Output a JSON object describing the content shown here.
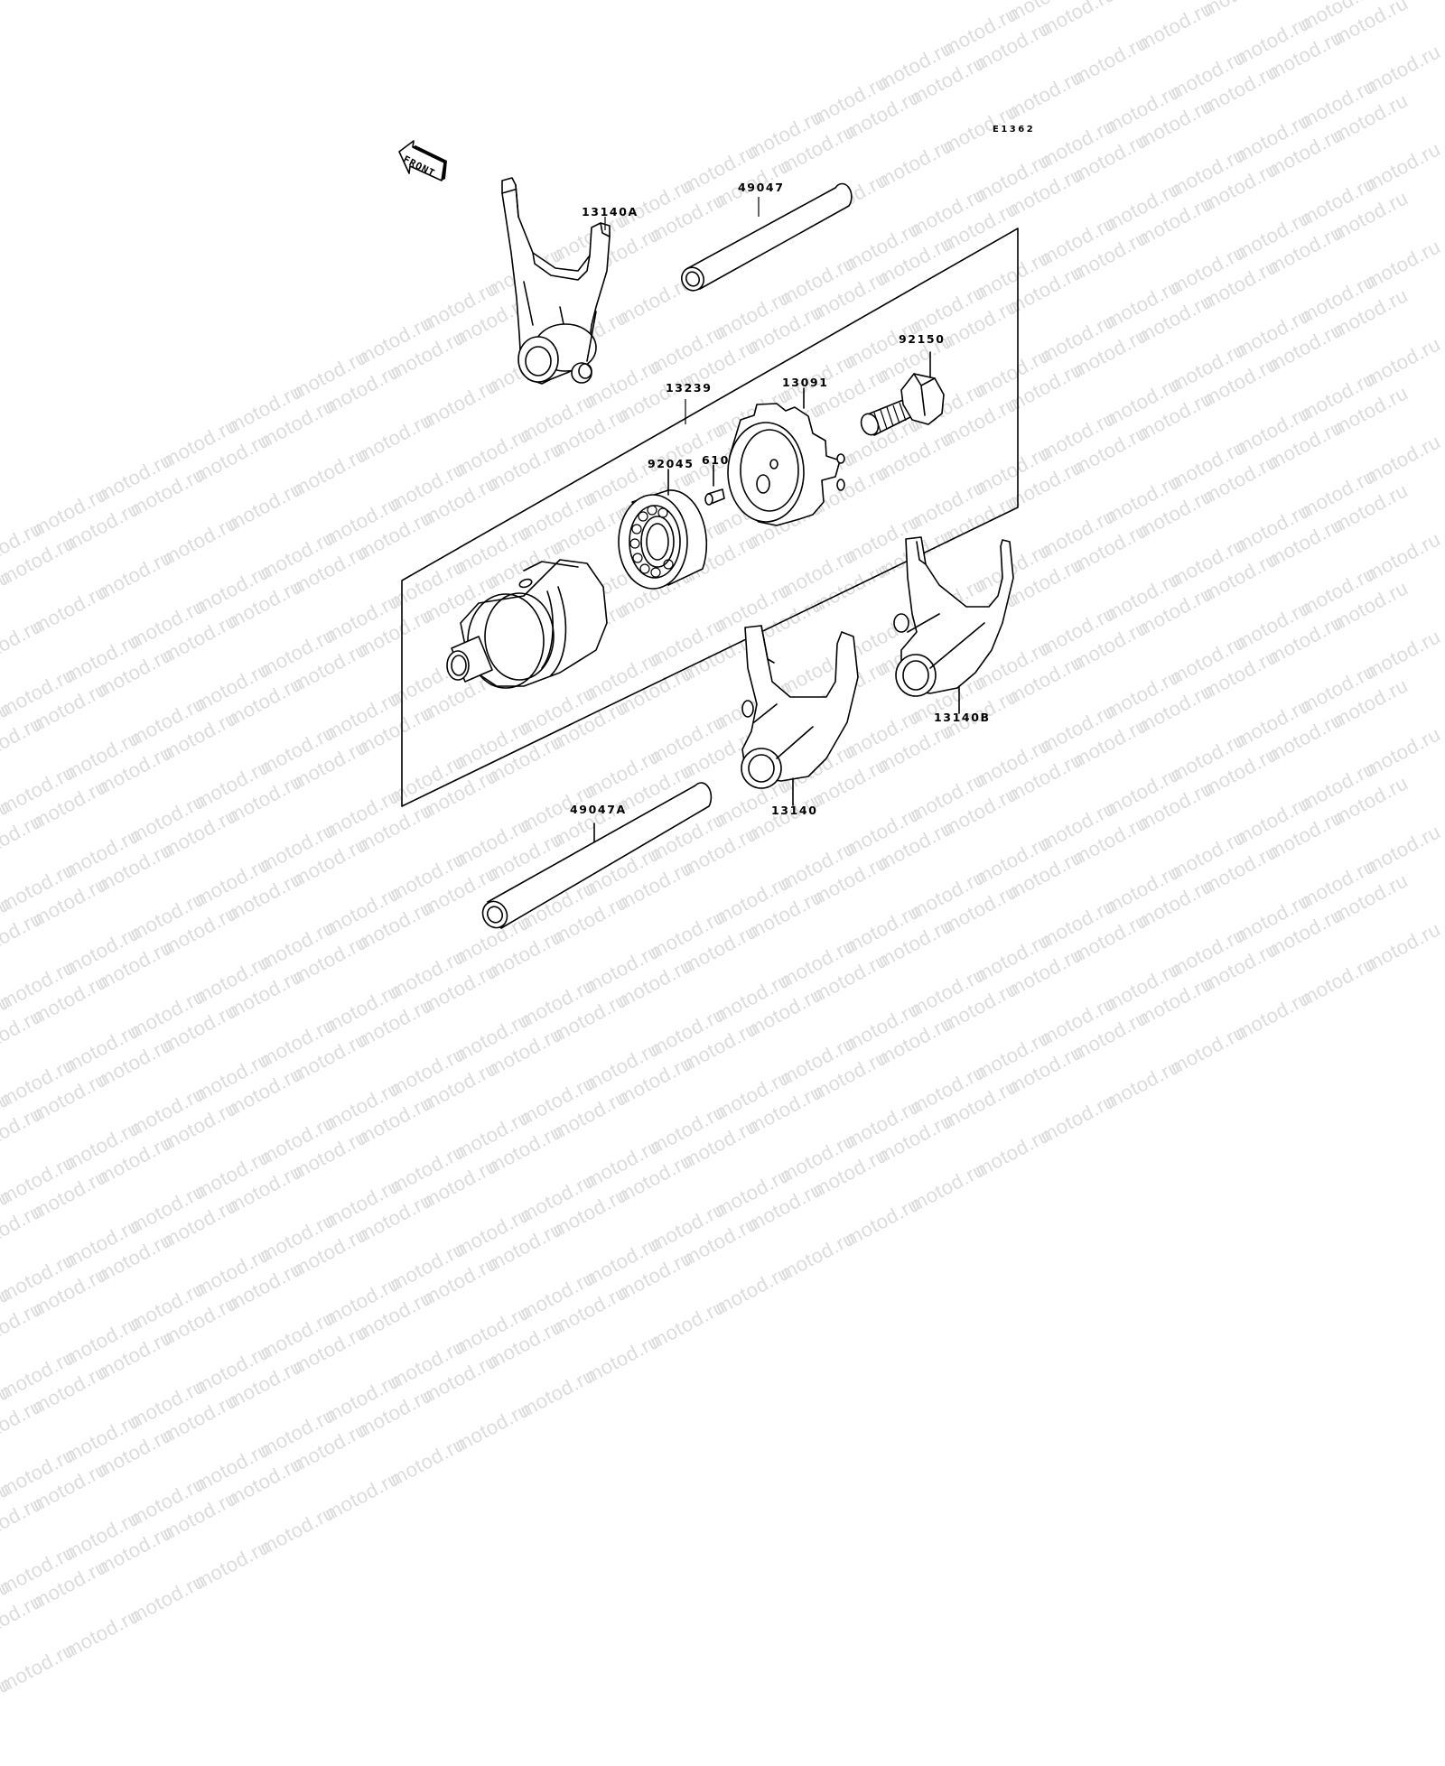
{
  "diagram": {
    "code": "E1362",
    "front_arrow": {
      "label": "FRONT",
      "icon": "front-direction-arrow-icon"
    },
    "watermark": "motod.ru",
    "assembly_frame": {
      "label": "13239"
    },
    "parts": [
      {
        "id": "13140A",
        "name": "shift-fork",
        "label": "13140A"
      },
      {
        "id": "49047",
        "name": "shift-rod",
        "label": "49047"
      },
      {
        "id": "92150",
        "name": "bolt",
        "label": "92150"
      },
      {
        "id": "13239",
        "name": "shift-drum-assembly",
        "label": "13239"
      },
      {
        "id": "13091",
        "name": "drum-plate",
        "label": "13091"
      },
      {
        "id": "92045",
        "name": "ball-bearing",
        "label": "92045"
      },
      {
        "id": "610",
        "name": "pin",
        "label": "610"
      },
      {
        "id": "13140B",
        "name": "shift-fork-b",
        "label": "13140B"
      },
      {
        "id": "13140",
        "name": "shift-fork-c",
        "label": "13140"
      },
      {
        "id": "49047A",
        "name": "shift-rod-a",
        "label": "49047A"
      }
    ]
  }
}
